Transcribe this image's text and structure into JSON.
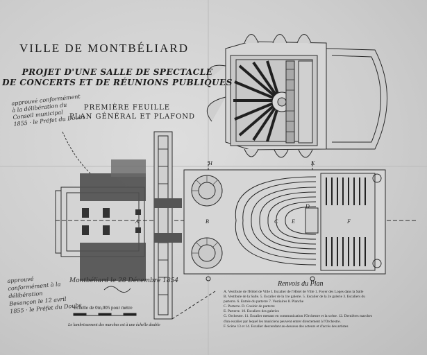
{
  "title": {
    "city": "VILLE DE MONTBÉLIARD",
    "project_line1": "PROJET D'UNE SALLE DE SPECTACLE",
    "project_line2": "DE CONCERTS ET DE RÉUNIONS PUBLIQUES",
    "sheet": "PREMIÈRE FEUILLE",
    "plan": "PLAN GÉNÉRAL ET PLAFOND"
  },
  "annotations": {
    "top_left_line1": "approuvé conformément",
    "top_left_line2": "à la délibération du",
    "top_left_line3": "Conseil municipal",
    "top_left_line4": "1855 · le Préfet du Doubs",
    "bottom_left_line1": "approuvé",
    "bottom_left_line2": "conformément à la",
    "bottom_left_line3": "délibération",
    "bottom_left_line4": "Besançon le 12 avril",
    "bottom_left_line5": "1855 · le Préfet du Doubs",
    "date": "Montbéliard le 28 Décembre 1854"
  },
  "scale_label": "Echelle de 0m,005 pour mètre",
  "footer_note": "Le lambrissement des marches est à une échelle double",
  "section_markers": [
    "A",
    "B",
    "C",
    "D",
    "E",
    "F",
    "H",
    "K"
  ],
  "legend": {
    "title": "Renvois du Plan",
    "rows": [
      "A. Vestibule de l'Hôtel de Ville   I. Escalier de l'Hôtel de Ville   1. Foyer des Loges dans la Salle",
      "B. Vestibule de la Salle.   5. Escalier de la 1re galerie.   5. Escalier de la 2e galerie   3. Escaliers du",
      "      parterre.   6. Entrée du parterre   7. Vestiaires   8. Planche",
      "C. Parterre.   D. Couloir de parterre",
      "E. Parterre.   10. Escaliers des galeries",
      "G. Orchestre.   11. Escalier mettant en communication l'Orchestre et la scène.   12. Dernières marches",
      "      d'un escalier par lequel les musiciens peuvent entrer directement à l'Orchestre.",
      "F. Scène   13 et 14. Escalier descendant au-dessous des acteurs et d'accès des artistes"
    ]
  },
  "colors": {
    "ink": "#1c1c1c",
    "paper": "#d2d2d2",
    "wash": "#4f4f4f"
  }
}
